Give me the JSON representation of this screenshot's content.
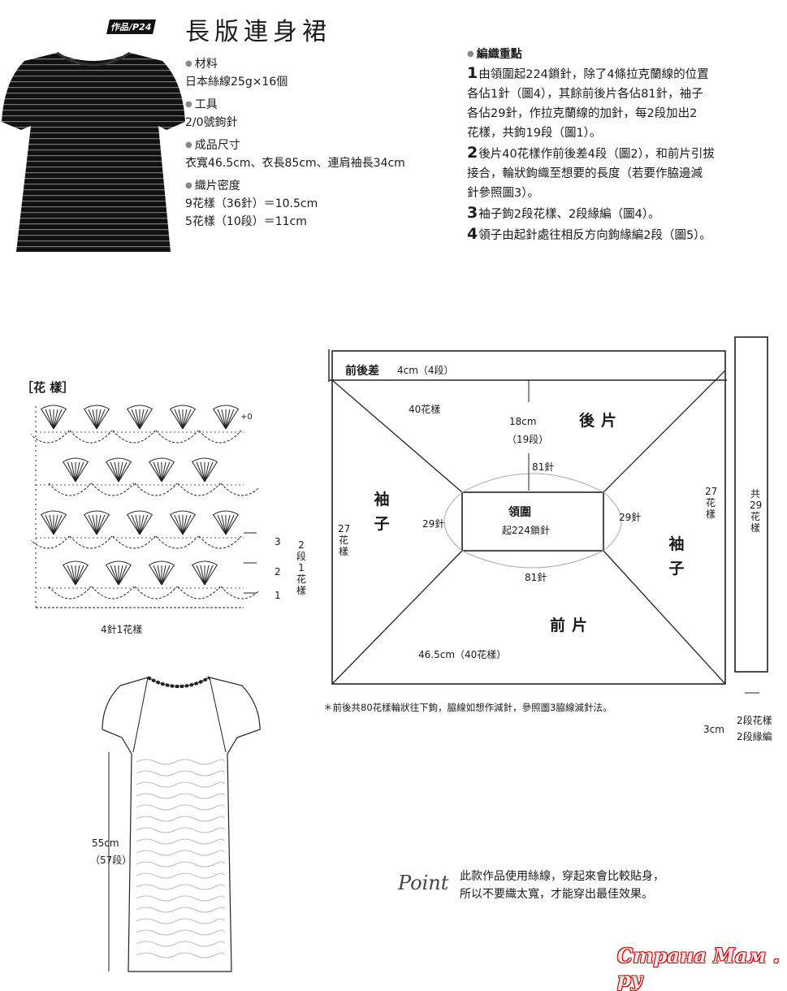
{
  "header": {
    "work_tag": "作品/P24",
    "title": "長版連身裙"
  },
  "specs": [
    {
      "label": "材料",
      "lines": [
        "日本絲線25g×16個"
      ]
    },
    {
      "label": "工具",
      "lines": [
        "2/0號鉤針"
      ]
    },
    {
      "label": "成品尺寸",
      "lines": [
        "衣寬46.5cm、衣長85cm、連肩袖長34cm"
      ]
    },
    {
      "label": "織片密度",
      "lines": [
        "9花樣（36針）＝10.5cm",
        "5花樣（10段）＝11cm"
      ]
    }
  ],
  "instructions": {
    "heading": "編織重點",
    "steps": [
      {
        "num": "1",
        "lines": [
          "由領圍起224鎖針，除了4條拉克蘭線的位置",
          "各佔1針（圖4），其餘前後片各佔81針，袖子",
          "各佔29針，作拉克蘭線的加針，每2段加出2",
          "花樣，共鉤19段（圖1）。"
        ]
      },
      {
        "num": "2",
        "lines": [
          "後片40花樣作前後差4段（圖2），和前片引拔",
          "接合，輪狀鉤織至想要的長度（若要作脇邊減",
          "針參照圖3）。"
        ]
      },
      {
        "num": "3",
        "lines": [
          "袖子鉤2段花樣、2段緣編（圖4）。"
        ]
      },
      {
        "num": "4",
        "lines": [
          "領子由起針處往相反方向鉤緣編2段（圖5）。"
        ]
      }
    ]
  },
  "pattern": {
    "heading": "［花 樣］",
    "row_labels": [
      "3",
      "2",
      "1"
    ],
    "side_label": "2段1花樣",
    "bottom_label": "4針1花樣",
    "plus_zero": "+0"
  },
  "schematic": {
    "front_back_diff": "前後差",
    "front_back_diff_value": "4cm（4段）",
    "back_patterns": "40花樣",
    "height": "18cm",
    "height_rows": "（19段）",
    "back": "後片",
    "front": "前片",
    "sleeve": "袖子",
    "neck": "領圍",
    "neck_sub": "起224鎖針",
    "stitch_81": "81針",
    "stitch_29": "29針",
    "sleeve_patterns": "27花樣",
    "total_29_patterns": "共29花樣",
    "width": "46.5cm（40花樣）",
    "note": "＊前後共80花樣輪狀往下鉤，脇線如想作減針，參照圖3脇線減針法。",
    "edge_3cm": "3cm",
    "edge_lines": [
      "2段花樣",
      "2段緣編"
    ]
  },
  "dress": {
    "length": "55cm",
    "length_rows": "（57段）"
  },
  "point_note": {
    "label": "Point",
    "lines": [
      "此款作品使用絲線，穿起來會比較貼身，",
      "所以不要織太寬，才能穿出最佳效果。"
    ]
  },
  "watermark": "Страна Мам . ру",
  "colors": {
    "ink": "#1a1a1a",
    "paper": "#ffffff"
  }
}
